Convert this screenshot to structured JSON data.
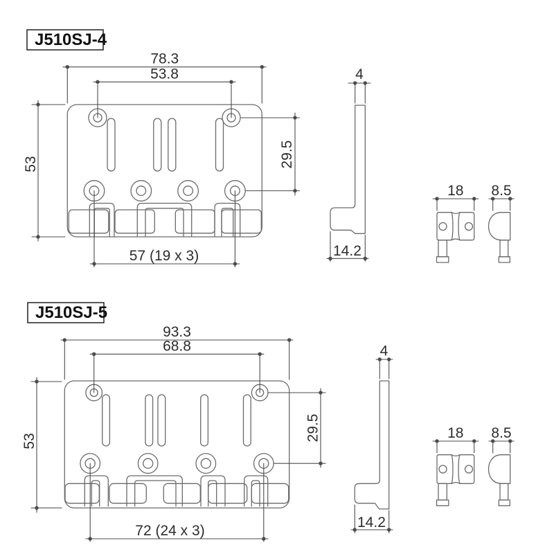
{
  "theme": {
    "bg": "#ffffff",
    "part": "#6a6a6a",
    "dim": "#4b4b4b",
    "text": "#2d2d2d",
    "label": "#111111"
  },
  "document": {
    "type": "bass-bridge dimensional drawing",
    "units": "mm"
  },
  "sections": [
    {
      "model": "J510SJ-4",
      "top_view": {
        "overall_width": "78.3",
        "hole_span": "53.8",
        "height": "53",
        "hole_drop": "29.5",
        "saddle_span": "57 (19 x 3)"
      },
      "side_view": {
        "thickness": "4",
        "base_depth": "14.2"
      },
      "saddle_front": {
        "width": "18"
      },
      "saddle_side": {
        "width": "8.5"
      }
    },
    {
      "model": "J510SJ-5",
      "top_view": {
        "overall_width": "93.3",
        "hole_span": "68.8",
        "height": "53",
        "hole_drop": "29.5",
        "saddle_span": "72 (24 x 3)"
      },
      "side_view": {
        "thickness": "4",
        "base_depth": "14.2"
      },
      "saddle_front": {
        "width": "18"
      },
      "saddle_side": {
        "width": "8.5"
      }
    }
  ]
}
